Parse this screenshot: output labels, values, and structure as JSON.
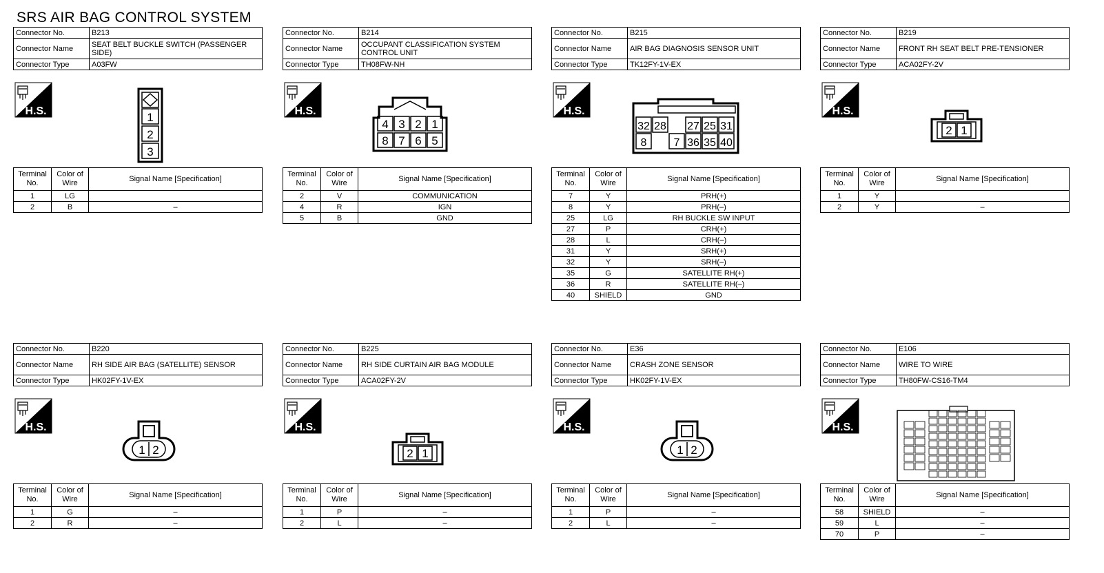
{
  "title": "SRS AIR BAG CONTROL SYSTEM",
  "labels": {
    "connector_no": "Connector No.",
    "connector_name": "Connector Name",
    "connector_type": "Connector Type",
    "terminal_no": "Terminal No.",
    "color_of_wire": "Color of Wire",
    "signal_name": "Signal Name [Specification]",
    "hs": "H.S."
  },
  "connectors": [
    {
      "no": "B213",
      "name": "SEAT BELT BUCKLE SWITCH (PASSENGER SIDE)",
      "type": "A03FW",
      "pins": [
        "1",
        "2",
        "3"
      ],
      "terminals": [
        {
          "t": "1",
          "c": "LG",
          "s": ""
        },
        {
          "t": "2",
          "c": "B",
          "s": "–"
        }
      ]
    },
    {
      "no": "B214",
      "name": "OCCUPANT CLASSIFICATION SYSTEM CONTROL UNIT",
      "type": "TH08FW-NH",
      "pins": [
        "4",
        "3",
        "2",
        "1",
        "8",
        "7",
        "6",
        "5"
      ],
      "terminals": [
        {
          "t": "2",
          "c": "V",
          "s": "COMMUNICATION"
        },
        {
          "t": "4",
          "c": "R",
          "s": "IGN"
        },
        {
          "t": "5",
          "c": "B",
          "s": "GND"
        }
      ]
    },
    {
      "no": "B215",
      "name": "AIR BAG DIAGNOSIS SENSOR UNIT",
      "type": "TK12FY-1V-EX",
      "pins": [
        "32",
        "28",
        "",
        "27",
        "25",
        "31",
        "8",
        "",
        "7",
        "36",
        "35",
        "40"
      ],
      "terminals": [
        {
          "t": "7",
          "c": "Y",
          "s": "PRH(+)"
        },
        {
          "t": "8",
          "c": "Y",
          "s": "PRH(–)"
        },
        {
          "t": "25",
          "c": "LG",
          "s": "RH BUCKLE SW INPUT"
        },
        {
          "t": "27",
          "c": "P",
          "s": "CRH(+)"
        },
        {
          "t": "28",
          "c": "L",
          "s": "CRH(–)"
        },
        {
          "t": "31",
          "c": "Y",
          "s": "SRH(+)"
        },
        {
          "t": "32",
          "c": "Y",
          "s": "SRH(–)"
        },
        {
          "t": "35",
          "c": "G",
          "s": "SATELLITE RH(+)"
        },
        {
          "t": "36",
          "c": "R",
          "s": "SATELLITE RH(–)"
        },
        {
          "t": "40",
          "c": "SHIELD",
          "s": "GND"
        }
      ]
    },
    {
      "no": "B219",
      "name": "FRONT RH SEAT BELT PRE-TENSIONER",
      "type": "ACA02FY-2V",
      "pins": [
        "2",
        "1"
      ],
      "terminals": [
        {
          "t": "1",
          "c": "Y",
          "s": ""
        },
        {
          "t": "2",
          "c": "Y",
          "s": "–"
        }
      ]
    },
    {
      "no": "B220",
      "name": "RH SIDE AIR BAG (SATELLITE) SENSOR",
      "type": "HK02FY-1V-EX",
      "pins": [
        "1",
        "2"
      ],
      "terminals": [
        {
          "t": "1",
          "c": "G",
          "s": "–"
        },
        {
          "t": "2",
          "c": "R",
          "s": "–"
        }
      ]
    },
    {
      "no": "B225",
      "name": "RH SIDE CURTAIN AIR BAG MODULE",
      "type": "ACA02FY-2V",
      "pins": [
        "2",
        "1"
      ],
      "terminals": [
        {
          "t": "1",
          "c": "P",
          "s": "–"
        },
        {
          "t": "2",
          "c": "L",
          "s": "–"
        }
      ]
    },
    {
      "no": "E36",
      "name": "CRASH ZONE SENSOR",
      "type": "HK02FY-1V-EX",
      "pins": [
        "1",
        "2"
      ],
      "terminals": [
        {
          "t": "1",
          "c": "P",
          "s": "–"
        },
        {
          "t": "2",
          "c": "L",
          "s": "–"
        }
      ]
    },
    {
      "no": "E106",
      "name": "WIRE TO WIRE",
      "type": "TH80FW-CS16-TM4",
      "pins": [],
      "terminals": [
        {
          "t": "58",
          "c": "SHIELD",
          "s": "–"
        },
        {
          "t": "59",
          "c": "L",
          "s": "–"
        },
        {
          "t": "70",
          "c": "P",
          "s": "–"
        }
      ]
    }
  ]
}
